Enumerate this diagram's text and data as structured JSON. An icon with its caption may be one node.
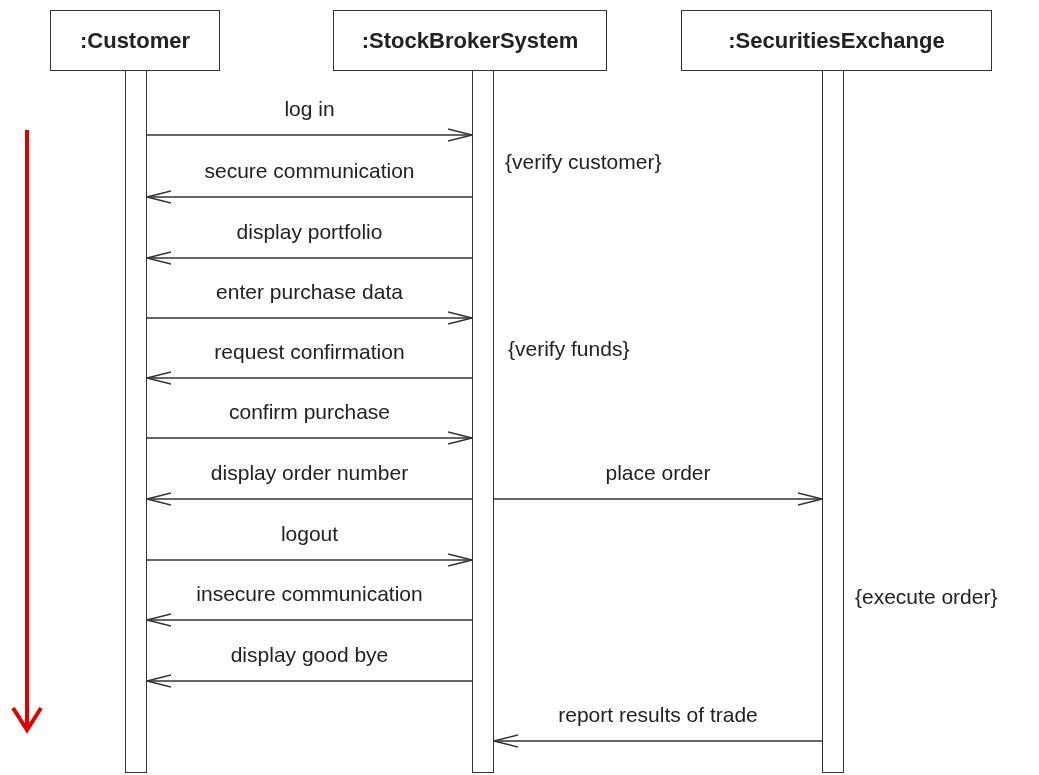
{
  "diagram": {
    "nodes": [
      {
        "text": [
          ":Customer"
        ]
      },
      {
        "text": [
          ":StockBrokerSystem"
        ]
      },
      {
        "text": [
          ":SecuritiesExchange"
        ]
      },
      {
        "text": [],
        "shape": "bar"
      },
      {
        "text": [],
        "shape": "bar",
        "beside": [
          "{verify customer}",
          "{verify funds}"
        ]
      },
      {
        "text": [],
        "shape": "bar",
        "beside": [
          "{execute order}"
        ]
      }
    ],
    "edges": [
      {
        "from": 3,
        "to": 4,
        "arrow": "to",
        "label": "log in"
      },
      {
        "from": 4,
        "to": 3,
        "arrow": "to",
        "label": "secure communication"
      },
      {
        "from": 4,
        "to": 3,
        "arrow": "to",
        "label": "display portfolio"
      },
      {
        "from": 3,
        "to": 4,
        "arrow": "to",
        "label": "enter purchase data"
      },
      {
        "from": 4,
        "to": 3,
        "arrow": "to",
        "label": "request confirmation"
      },
      {
        "from": 3,
        "to": 4,
        "arrow": "to",
        "label": "confirm purchase"
      },
      {
        "from": 4,
        "to": 3,
        "arrow": "to",
        "label": "display order number"
      },
      {
        "from": 4,
        "to": 5,
        "arrow": "to",
        "label": "place order"
      },
      {
        "from": 3,
        "to": 4,
        "arrow": "to",
        "label": "logout"
      },
      {
        "from": 4,
        "to": 3,
        "arrow": "to",
        "label": "insecure communication"
      },
      {
        "from": 4,
        "to": 3,
        "arrow": "to",
        "label": "display good bye"
      },
      {
        "from": 5,
        "to": 4,
        "arrow": "to",
        "label": "report results of trade"
      }
    ]
  }
}
